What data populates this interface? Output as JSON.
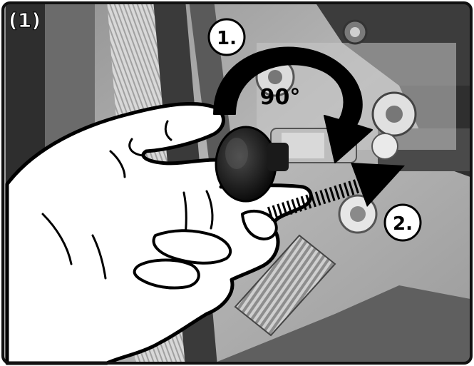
{
  "panel_label": "(1)",
  "steps": {
    "rotate": {
      "label": "1.",
      "angle_text": "90°"
    },
    "pull": {
      "label": "2."
    }
  },
  "colors": {
    "frame": "#111111",
    "photo_bg": "#a9a9a9",
    "arrow": "#000000",
    "hand_fill": "#ffffff"
  },
  "icons": {
    "rotate_arrow": "curved-arrow-icon",
    "pull_arrow": "straight-arrow-icon"
  }
}
